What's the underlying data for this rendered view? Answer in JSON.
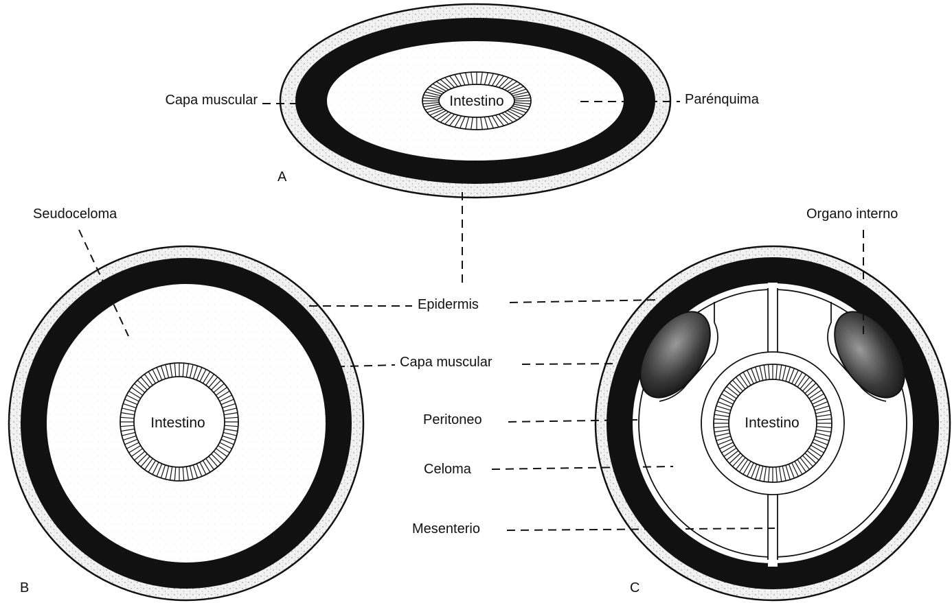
{
  "colors": {
    "ink": "#111111",
    "epidermis_fill": "#ececec",
    "muscle": "#111111",
    "background": "#ffffff",
    "organ_fill": "#444444"
  },
  "panels": {
    "a": {
      "letter": "A",
      "labels": {
        "muscle": "Capa muscular",
        "parenchyma": "Parénquima",
        "intestine": "Intestino"
      }
    },
    "b": {
      "letter": "B",
      "labels": {
        "pseudocoelom": "Seudoceloma",
        "intestine": "Intestino"
      }
    },
    "c": {
      "letter": "C",
      "labels": {
        "internal_organ": "Organo interno",
        "intestine": "Intestino"
      }
    }
  },
  "shared_labels": {
    "epidermis": "Epidermis",
    "muscle": "Capa muscular",
    "peritoneum": "Peritoneo",
    "coelom": "Celoma",
    "mesentery": "Mesenterio"
  }
}
